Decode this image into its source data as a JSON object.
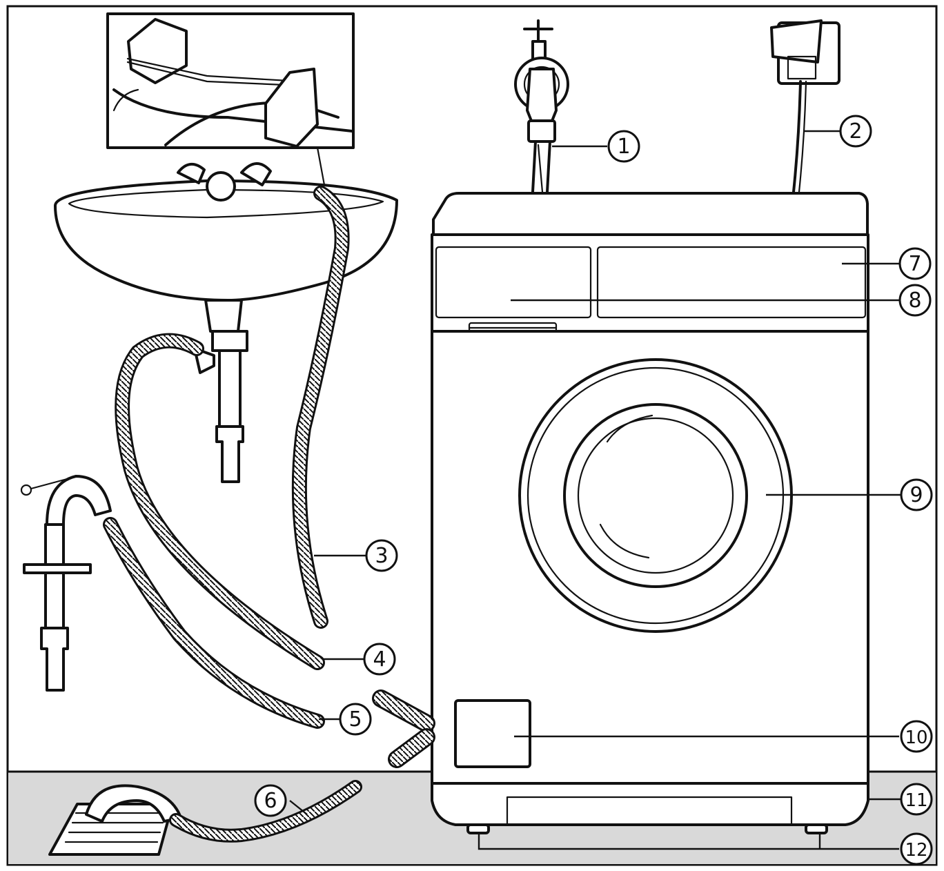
{
  "callouts": [
    {
      "id": "c1",
      "label": "1"
    },
    {
      "id": "c2",
      "label": "2"
    },
    {
      "id": "c3",
      "label": "3"
    },
    {
      "id": "c4",
      "label": "4"
    },
    {
      "id": "c5",
      "label": "5"
    },
    {
      "id": "c6",
      "label": "6"
    },
    {
      "id": "c7",
      "label": "7"
    },
    {
      "id": "c8",
      "label": "8"
    },
    {
      "id": "c9",
      "label": "9"
    },
    {
      "id": "c10",
      "label": "10"
    },
    {
      "id": "c11",
      "label": "11"
    },
    {
      "id": "c12",
      "label": "12"
    }
  ],
  "colors": {
    "floor": "#d9d9d9",
    "ink": "#111111",
    "background": "#ffffff"
  }
}
